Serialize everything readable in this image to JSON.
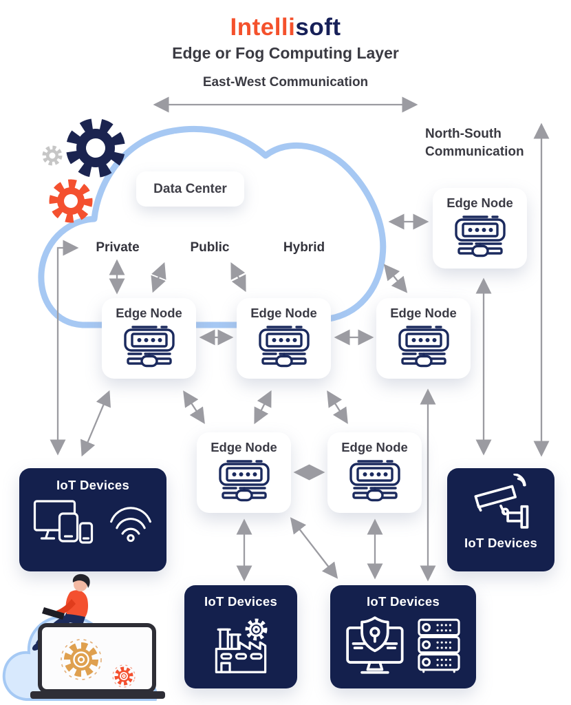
{
  "header": {
    "logo_part1": "Intelli",
    "logo_part2": "soft",
    "subtitle": "Edge or Fog Computing Layer"
  },
  "communication": {
    "east_west": "East-West Communication",
    "north_south": "North-South Communication"
  },
  "cloud": {
    "data_center": "Data Center",
    "deployment_models": [
      "Private",
      "Public",
      "Hybrid"
    ]
  },
  "edge_node_label": "Edge Node",
  "iot_device_label": "IoT Devices",
  "iot_boxes": [
    {
      "position": "left",
      "icons": [
        "devices-icon",
        "wifi-icon"
      ]
    },
    {
      "position": "right",
      "icons": [
        "cctv-camera-icon"
      ]
    },
    {
      "position": "bottom-left",
      "icons": [
        "factory-icon"
      ]
    },
    {
      "position": "bottom-right",
      "icons": [
        "secure-monitor-icon",
        "server-rack-icon"
      ]
    }
  ],
  "decorations": [
    "gears-icon",
    "person-cloud-laptop-illustration"
  ],
  "colors": {
    "accent_orange": "#F4512C",
    "navy": "#14204D",
    "icon_navy": "#1B2A5E",
    "cloud_stroke": "#A6C8F3",
    "arrow_gray": "#9B9BA1",
    "gear_gold": "#DFA04F"
  }
}
